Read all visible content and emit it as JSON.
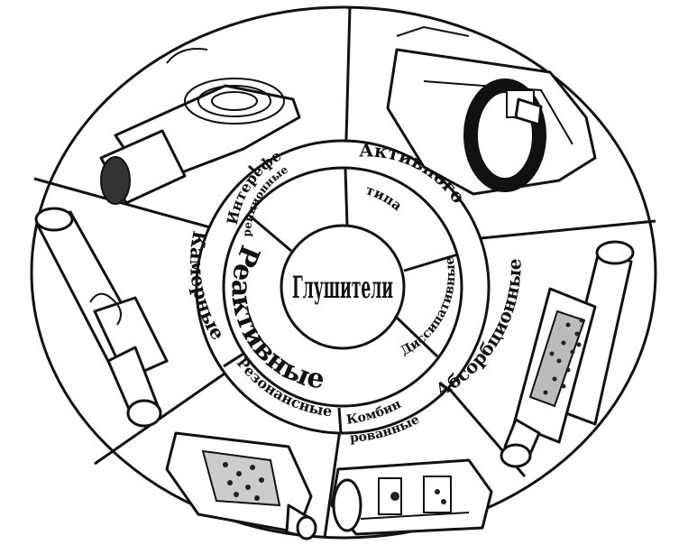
{
  "diagram": {
    "center_title": "Глушители",
    "ring_labels": {
      "interference": [
        "Интерефе-",
        "ренционные"
      ],
      "active_type": [
        "Активного",
        "типа"
      ],
      "dissipative": "Диссипативные",
      "reactive": "Реактивные"
    },
    "outer_labels": {
      "chamber": "Камерные",
      "resonance": "Резонансные",
      "combined": [
        "Комбини-",
        "рованные"
      ],
      "absorption": "Абсорбционные"
    },
    "sections": [
      {
        "id": "interference",
        "icon": "interference-muffler-illustration"
      },
      {
        "id": "active",
        "icon": "active-muffler-illustration"
      },
      {
        "id": "absorption",
        "icon": "absorption-muffler-illustration"
      },
      {
        "id": "combined",
        "icon": "combined-muffler-illustration"
      },
      {
        "id": "resonance",
        "icon": "resonance-muffler-illustration"
      },
      {
        "id": "chamber",
        "icon": "chamber-muffler-illustration"
      }
    ],
    "colors": {
      "ink": "#111111",
      "background": "#ffffff"
    }
  }
}
